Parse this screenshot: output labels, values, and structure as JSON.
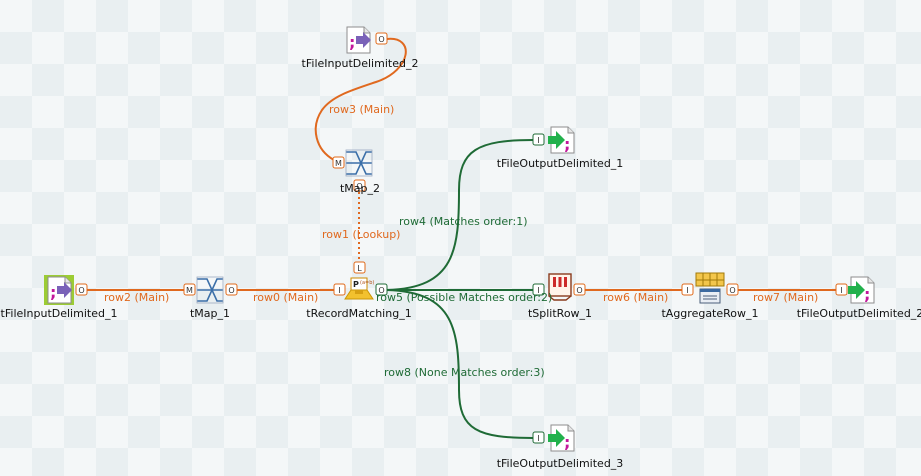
{
  "components": [
    {
      "id": "fid2",
      "label": "tFileInputDelimited_2",
      "type": "file-input"
    },
    {
      "id": "tmap2",
      "label": "tMap_2",
      "type": "tmap"
    },
    {
      "id": "fod1",
      "label": "tFileOutputDelimited_1",
      "type": "file-output"
    },
    {
      "id": "fid1",
      "label": "tFileInputDelimited_1",
      "type": "file-input"
    },
    {
      "id": "tmap1",
      "label": "tMap_1",
      "type": "tmap"
    },
    {
      "id": "trm",
      "label": "tRecordMatching_1",
      "type": "record-matching"
    },
    {
      "id": "split",
      "label": "tSplitRow_1",
      "type": "split-row"
    },
    {
      "id": "agg",
      "label": "tAggregateRow_1",
      "type": "aggregate"
    },
    {
      "id": "fod2",
      "label": "tFileOutputDelimited_2",
      "type": "file-output"
    },
    {
      "id": "fod3",
      "label": "tFileOutputDelimited_3",
      "type": "file-output"
    }
  ],
  "flows": [
    {
      "id": "row3",
      "label": "row3 (Main)",
      "kind": "main"
    },
    {
      "id": "row1",
      "label": "row1 (Lookup)",
      "kind": "lookup"
    },
    {
      "id": "row2",
      "label": "row2 (Main)",
      "kind": "main"
    },
    {
      "id": "row0",
      "label": "row0 (Main)",
      "kind": "main"
    },
    {
      "id": "row4",
      "label": "row4 (Matches order:1)",
      "kind": "match"
    },
    {
      "id": "row5",
      "label": "row5 (Possible Matches order:2)",
      "kind": "match"
    },
    {
      "id": "row8",
      "label": "row8 (None Matches order:3)",
      "kind": "match"
    },
    {
      "id": "row6",
      "label": "row6 (Main)",
      "kind": "main"
    },
    {
      "id": "row7",
      "label": "row7 (Main)",
      "kind": "main"
    }
  ],
  "ports": {
    "input": "I",
    "output": "O",
    "main": "M",
    "lookup": "L"
  },
  "colors": {
    "main": "#e0691f",
    "match": "#1f6b36",
    "lookup": "#e0691f",
    "port_stroke": "#e06a1a",
    "arrow_green": "#22b14c",
    "arrow_purple": "#7a62b8",
    "semicolon": "#c2179b",
    "input_highlight": "#9ccc34"
  },
  "icons": {
    "file-input": "file-input-icon",
    "file-output": "file-output-icon",
    "tmap": "tmap-icon",
    "record-matching": "record-matching-icon",
    "split-row": "split-row-icon",
    "aggregate": "aggregate-icon"
  }
}
